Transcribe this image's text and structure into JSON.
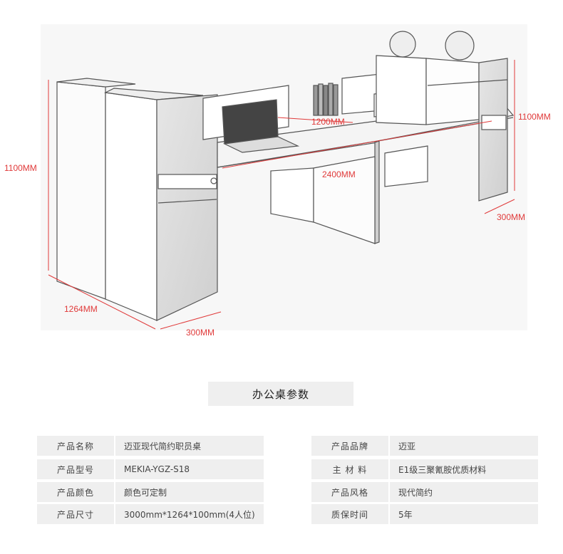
{
  "dimensions": {
    "height_left": "1100MM",
    "height_right": "1100MM",
    "depth_left": "1264MM",
    "width_bottom": "300MM",
    "width_right": "300MM",
    "length": "2400MM",
    "divider": "1200MM"
  },
  "section_title": "办公桌参数",
  "specs_left": [
    {
      "label": "产品名称",
      "value": "迈亚现代简约职员桌"
    },
    {
      "label": "产品型号",
      "value": "MEKIA-YGZ-S18"
    },
    {
      "label": "产品颜色",
      "value": "颜色可定制"
    },
    {
      "label": "产品尺寸",
      "value": "3000mm*1264*100mm(4人位)"
    }
  ],
  "specs_right": [
    {
      "label": "产品品牌",
      "value": "迈亚"
    },
    {
      "label": "主  材  料",
      "value": "E1级三聚氰胺优质材料"
    },
    {
      "label": "产品风格",
      "value": "现代简约"
    },
    {
      "label": "质保时间",
      "value": "5年"
    }
  ],
  "colors": {
    "dimension": "#e03a3a",
    "row_bg": "#efefef",
    "line": "#555555"
  }
}
